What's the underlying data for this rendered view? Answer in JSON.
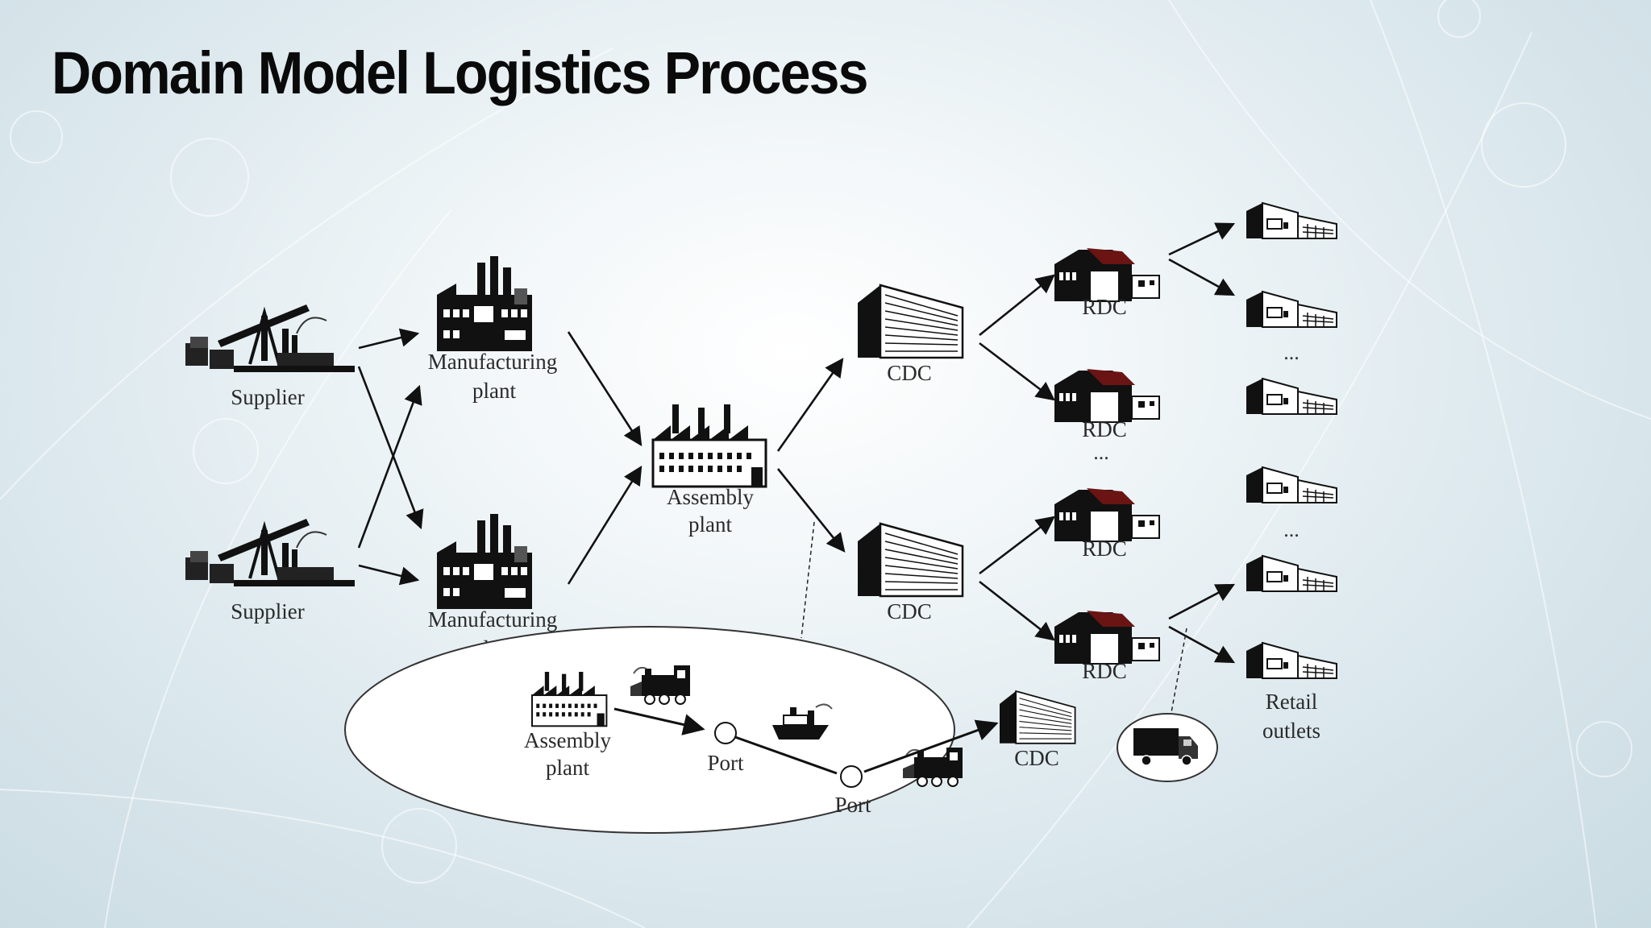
{
  "slide": {
    "title": "Domain Model Logistics Process"
  },
  "nodes": {
    "supplier_1": "Supplier",
    "supplier_2": "Supplier",
    "manufacturing_plant_1": [
      "Manufacturing",
      "plant"
    ],
    "manufacturing_plant_2": [
      "Manufacturing",
      "plant"
    ],
    "assembly_plant": [
      "Assembly",
      "plant"
    ],
    "cdc_1": "CDC",
    "cdc_2": "CDC",
    "rdc_1": "RDC",
    "rdc_2": "RDC",
    "rdc_3": "RDC",
    "rdc_4": "RDC",
    "retail_outlets": [
      "Retail",
      "outlets"
    ],
    "ellipsis": "..."
  },
  "detail": {
    "assembly_plant": [
      "Assembly",
      "plant"
    ],
    "port_1": "Port",
    "port_2": "Port",
    "cdc": "CDC"
  },
  "icons": {
    "supplier": "oil-pump-icon",
    "manufacturing": "factory-icon",
    "assembly": "assembly-factory-icon",
    "cdc": "distribution-center-icon",
    "rdc": "warehouse-icon",
    "retail": "retail-store-icon",
    "train": "train-icon",
    "ship": "ship-icon",
    "truck": "truck-icon"
  }
}
